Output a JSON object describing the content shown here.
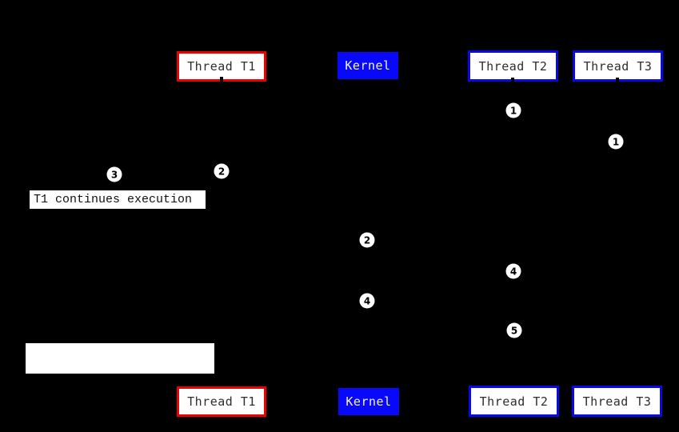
{
  "diagram": {
    "background": "#000000",
    "colors": {
      "thread_t1_accent": "#ee0000",
      "kernel_fill": "#0808fb",
      "thread_t2_t3_accent": "#0909e8",
      "box_fill": "#ffffff",
      "badge_fill": "#ffffff",
      "badge_text": "#000000"
    },
    "columns": [
      {
        "id": "thread-t1",
        "label": "Thread T1"
      },
      {
        "id": "kernel",
        "label": "Kernel"
      },
      {
        "id": "thread-t2",
        "label": "Thread T2"
      },
      {
        "id": "thread-t3",
        "label": "Thread T3"
      }
    ],
    "badges": [
      {
        "label": "1"
      },
      {
        "label": "1"
      },
      {
        "label": "2"
      },
      {
        "label": "3"
      },
      {
        "label": "2"
      },
      {
        "label": "4"
      },
      {
        "label": "4"
      },
      {
        "label": "5"
      }
    ],
    "notes": [
      {
        "id": "t1-continues-note",
        "text": "T1 continues execution"
      },
      {
        "id": "blank-note",
        "text": ""
      }
    ]
  }
}
